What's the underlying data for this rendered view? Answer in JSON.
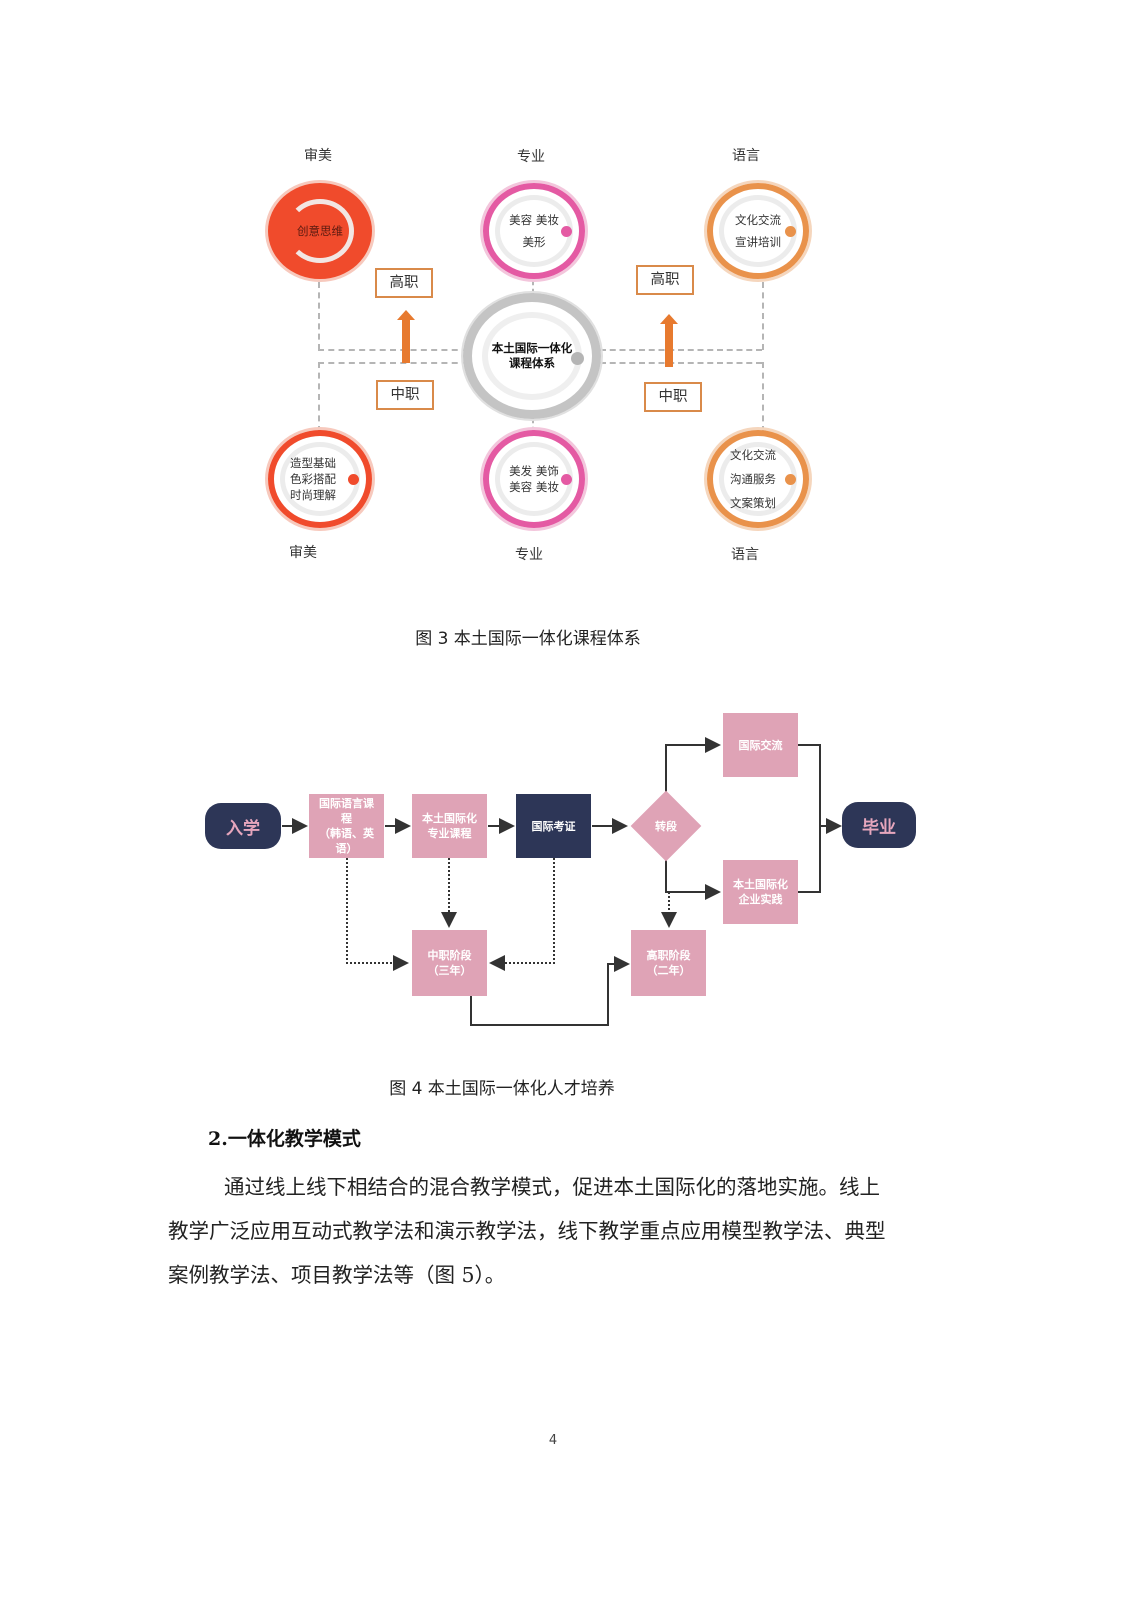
{
  "figure3": {
    "center": {
      "line1": "本土国际一体化",
      "line2": "课程体系"
    },
    "top": [
      {
        "category": "审美",
        "items": [
          "创意思维"
        ],
        "color": "#f04b2c"
      },
      {
        "category": "专业",
        "items": [
          "美容 美妆",
          "美形"
        ],
        "color": "#e45aa3"
      },
      {
        "category": "语言",
        "items": [
          "文化交流",
          "宣讲培训"
        ],
        "color": "#e9924b"
      }
    ],
    "bottom": [
      {
        "category": "审美",
        "items": [
          "造型基础",
          "色彩搭配",
          "时尚理解"
        ],
        "color": "#f04b2c"
      },
      {
        "category": "专业",
        "items": [
          "美发 美饰",
          "美容 美妆"
        ],
        "color": "#e45aa3"
      },
      {
        "category": "语言",
        "items": [
          "文化交流",
          "沟通服务",
          "文案策划"
        ],
        "color": "#e9924b"
      }
    ],
    "levels": {
      "upper": "高职",
      "lower": "中职"
    },
    "caption": "图 3 本土国际一体化课程体系"
  },
  "figure4": {
    "start": "入学",
    "end": "毕业",
    "nodes": {
      "lang_course": [
        "国际语言课",
        "程",
        "（韩语、英",
        "语）"
      ],
      "local_course": [
        "本土国际化",
        "专业课程"
      ],
      "cert": "国际考证",
      "decision": "转段",
      "exchange": "国际交流",
      "practice": [
        "本土国际化",
        "企业实践"
      ],
      "secondary": [
        "中职阶段",
        "（三年）"
      ],
      "higher": [
        "高职阶段",
        "（二年）"
      ]
    },
    "caption": "图 4  本土国际一体化人才培养"
  },
  "section": {
    "heading": "2.一体化教学模式",
    "paragraph_lines": [
      "通过线上线下相结合的混合教学模式，促进本土国际化的落地实施。线上",
      "教学广泛应用互动式教学法和演示教学法，线下教学重点应用模型教学法、典型",
      "案例教学法、项目教学法等（图 5）。"
    ]
  },
  "page_number": "4"
}
